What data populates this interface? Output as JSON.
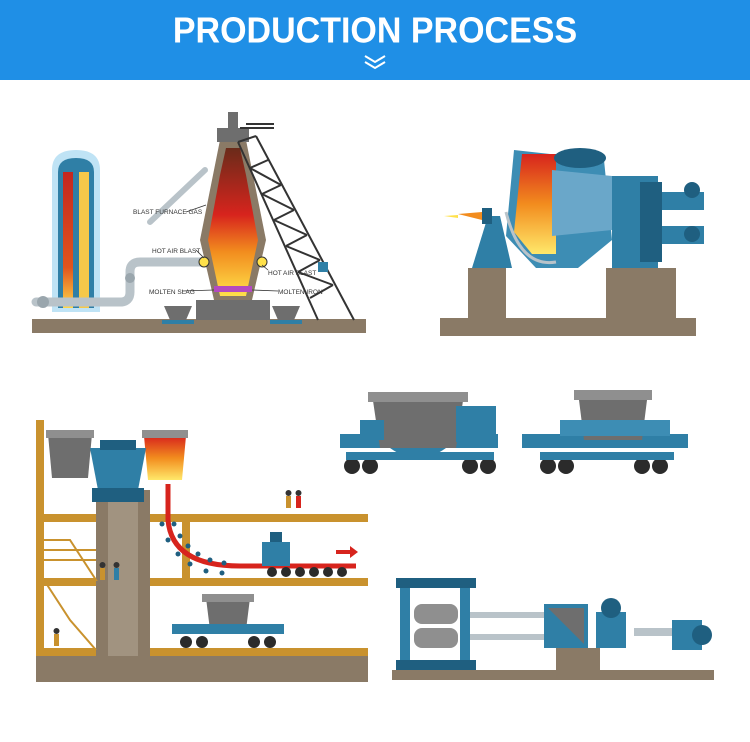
{
  "banner": {
    "title": "PRODUCTION PROCESS",
    "icon": "double-chevron-down-icon",
    "color": "#1f8fe6"
  },
  "blast_furnace": {
    "labels": {
      "blast_furnace_gas": "BLAST FURNACE GAS",
      "hot_air_blast_left": "HOT AIR BLAST",
      "hot_air_blast_right": "HOT AIR BLAST",
      "molten_slag": "MOLTEN SLAG",
      "molten_iron": "MOLTEN IRON"
    }
  },
  "colors": {
    "steel_blue": "#2f7fa6",
    "steel_blue_dark": "#1f5f80",
    "ground_brown": "#8a7a66",
    "ochre_frame": "#c9922e",
    "molten_red": "#d7241d",
    "molten_orange": "#f28c1e",
    "molten_yellow": "#ffe14a",
    "pipe_gray": "#b9c3c9",
    "pot_gray": "#6e6e6e"
  }
}
